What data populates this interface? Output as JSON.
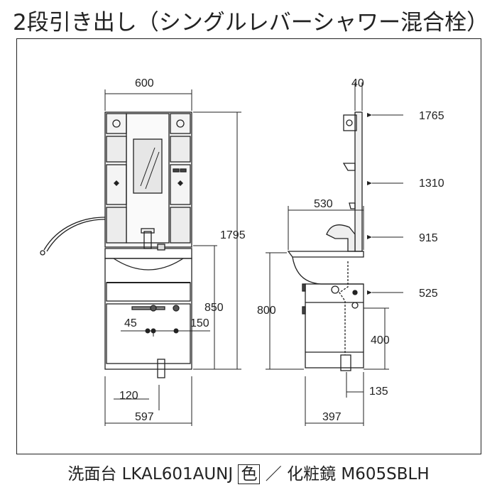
{
  "title": "2段引き出し（シングルレバーシャワー混合栓）",
  "front": {
    "width_top": "600",
    "height_total": "1795",
    "height_counter": "850",
    "offset_45": "45",
    "offset_150": "150",
    "offset_120": "120",
    "width_bottom": "597"
  },
  "side": {
    "depth_top": "40",
    "h_1765": "1765",
    "h_1310": "1310",
    "depth_530": "530",
    "h_915": "915",
    "h_800": "800",
    "h_525": "525",
    "h_400": "400",
    "d_135": "135",
    "depth_397": "397"
  },
  "footer": {
    "prefix": "洗面台 LKAL601AUNJ",
    "boxed": "色",
    "suffix": "／ 化粧鏡 M605SBLH"
  },
  "colors": {
    "line": "#222222",
    "panel": "#ececec",
    "mirror": "#dcdcdc"
  }
}
